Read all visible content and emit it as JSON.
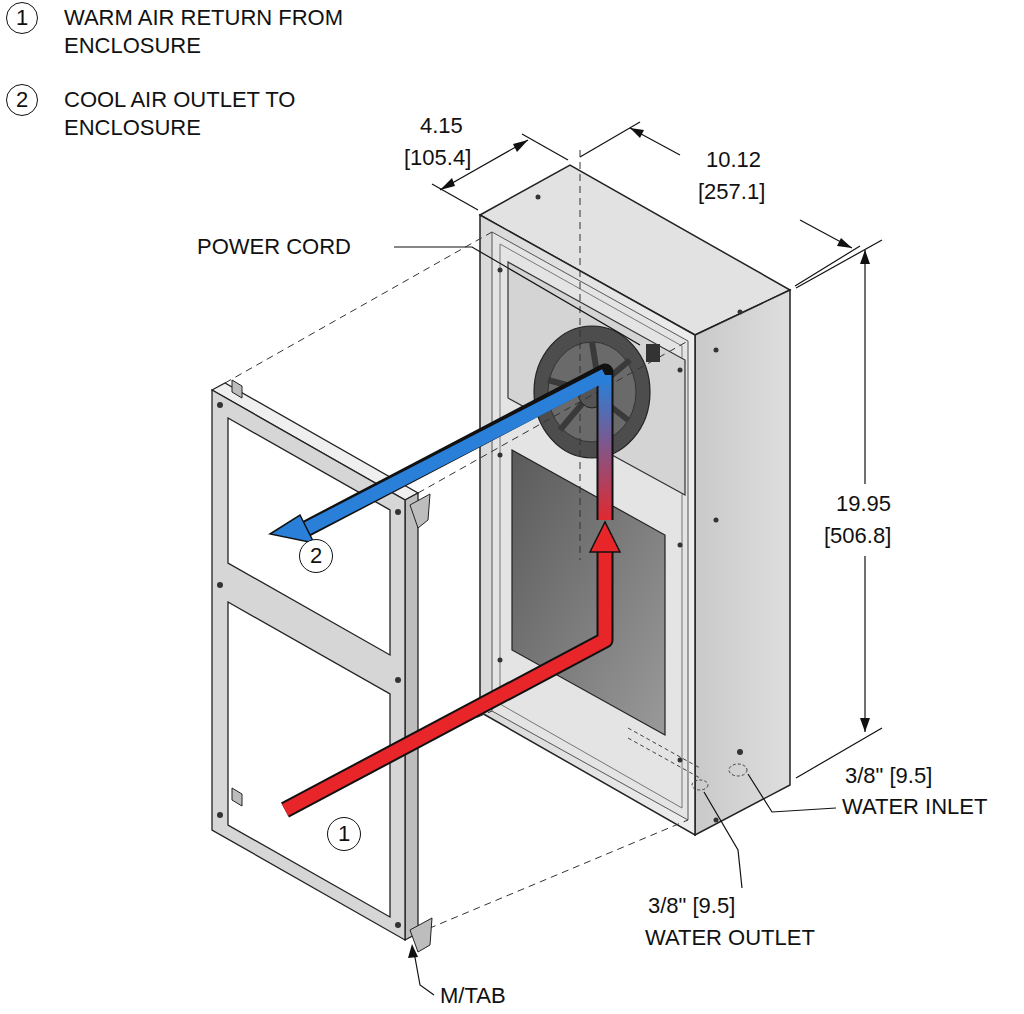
{
  "diagram": {
    "nodes": [
      {
        "text": [
          "1"
        ]
      },
      {
        "text": [
          "2"
        ]
      },
      {
        "text": [
          "2"
        ]
      },
      {
        "text": [
          "1"
        ]
      }
    ],
    "labels": [
      "WARM AIR RETURN FROM ENCLOSURE",
      "COOL AIR OUTLET TO ENCLOSURE",
      "4.15",
      "[105.4]",
      "10.12",
      "[257.1]",
      "POWER CORD",
      "19.95",
      "[506.8]",
      "3/8\" [9.5]",
      "WATER INLET",
      "3/8\" [9.5]",
      "WATER OUTLET",
      "M/TAB"
    ]
  }
}
